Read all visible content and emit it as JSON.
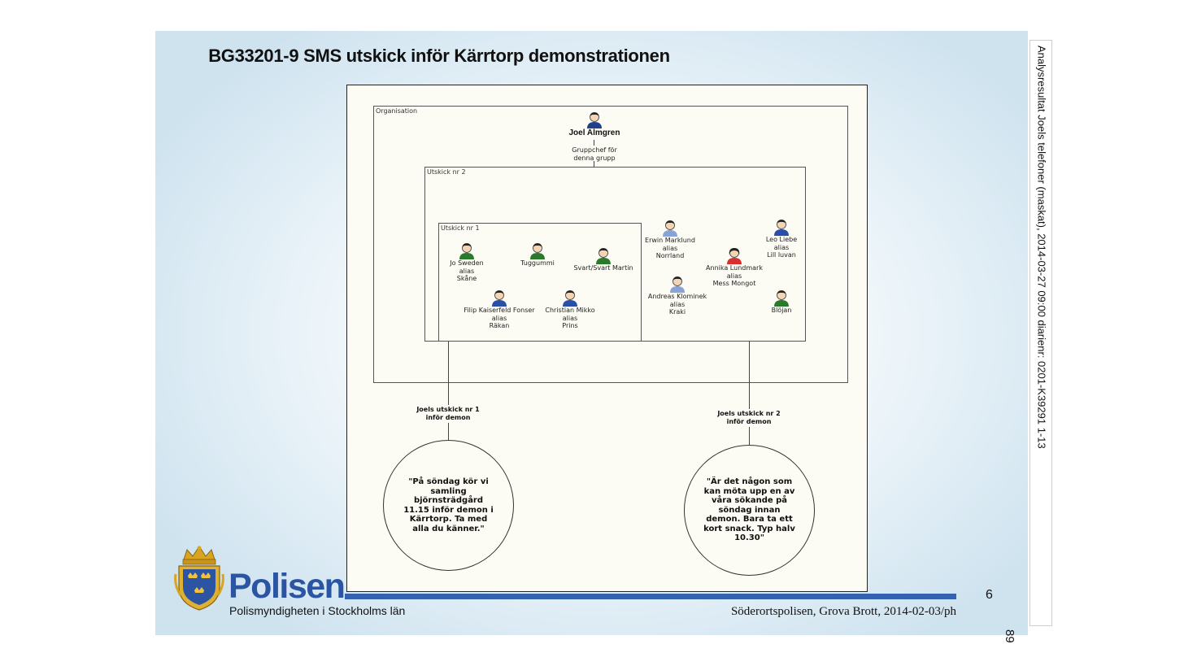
{
  "title": "BG33201-9 SMS utskick inför Kärrtorp demonstrationen",
  "diagram": {
    "organisation_label": "Organisation",
    "utskick2_label": "Utskick nr 2",
    "utskick1_label": "Utskick nr 1",
    "leader": {
      "name": "Joel Almgren",
      "role_lines": [
        "Gruppchef för",
        "denna grupp"
      ],
      "color": "#1e3f8a"
    },
    "people": [
      {
        "id": "jo-sweden",
        "lines": [
          "Jo Sweden",
          "alias",
          "Skåne"
        ],
        "color": "#2b7a2b"
      },
      {
        "id": "tuggummi",
        "lines": [
          "Tuggummi"
        ],
        "color": "#2b7a2b"
      },
      {
        "id": "svart-svart-martin",
        "lines": [
          "Svart/Svart Martin"
        ],
        "color": "#2b7a2b"
      },
      {
        "id": "filip-kaiserfeld-fonser",
        "lines": [
          "Filip Kaiserfeld Fonser",
          "alias",
          "Räkan"
        ],
        "color": "#2a4fa8"
      },
      {
        "id": "christian-mikko",
        "lines": [
          "Christian Mikko",
          "alias",
          "Prins"
        ],
        "color": "#2a4fa8"
      },
      {
        "id": "erwin-marklund",
        "lines": [
          "Erwin Marklund",
          "alias",
          "Norrland"
        ],
        "color": "#8aa3d6"
      },
      {
        "id": "leo-liebe",
        "lines": [
          "Leo Liebe",
          "alias",
          "Lill luvan"
        ],
        "color": "#2a4fa8"
      },
      {
        "id": "annika-lundmark",
        "lines": [
          "Annika Lundmark",
          "alias",
          "Mess Mongot"
        ],
        "color": "#d83030"
      },
      {
        "id": "andreas-klominek",
        "lines": [
          "Andreas Klominek",
          "alias",
          "Kraki"
        ],
        "color": "#8aa3d6"
      },
      {
        "id": "blojan",
        "lines": [
          "Blöjan"
        ],
        "color": "#2b7a2b"
      }
    ],
    "edge1_lines": [
      "Joels utskick nr 1",
      "inför demon"
    ],
    "edge2_lines": [
      "Joels utskick nr 2",
      "inför demon"
    ],
    "message1": "\"På söndag kör vi samling björnsträdgård 11.15 inför demon i Kärrtorp. Ta med alla du känner.\"",
    "message2": "\"Är det någon som kan möta upp en av våra sökande på söndag innan demon. Bara ta ett kort snack. Typ halv 10.30\""
  },
  "logo": {
    "word": "Polisen",
    "subtitle": "Polismyndigheten i Stockholms län",
    "brand_color": "#2b55a3"
  },
  "footer": "Söderortspolisen, Grova Brott, 2014-02-03/ph",
  "page_number": "6",
  "side_note": "Analysresultat Joels telefoner (maskat), 2014-03-27 09:00   diarienr: 0201-K39291 1-13",
  "corner_number": "89"
}
